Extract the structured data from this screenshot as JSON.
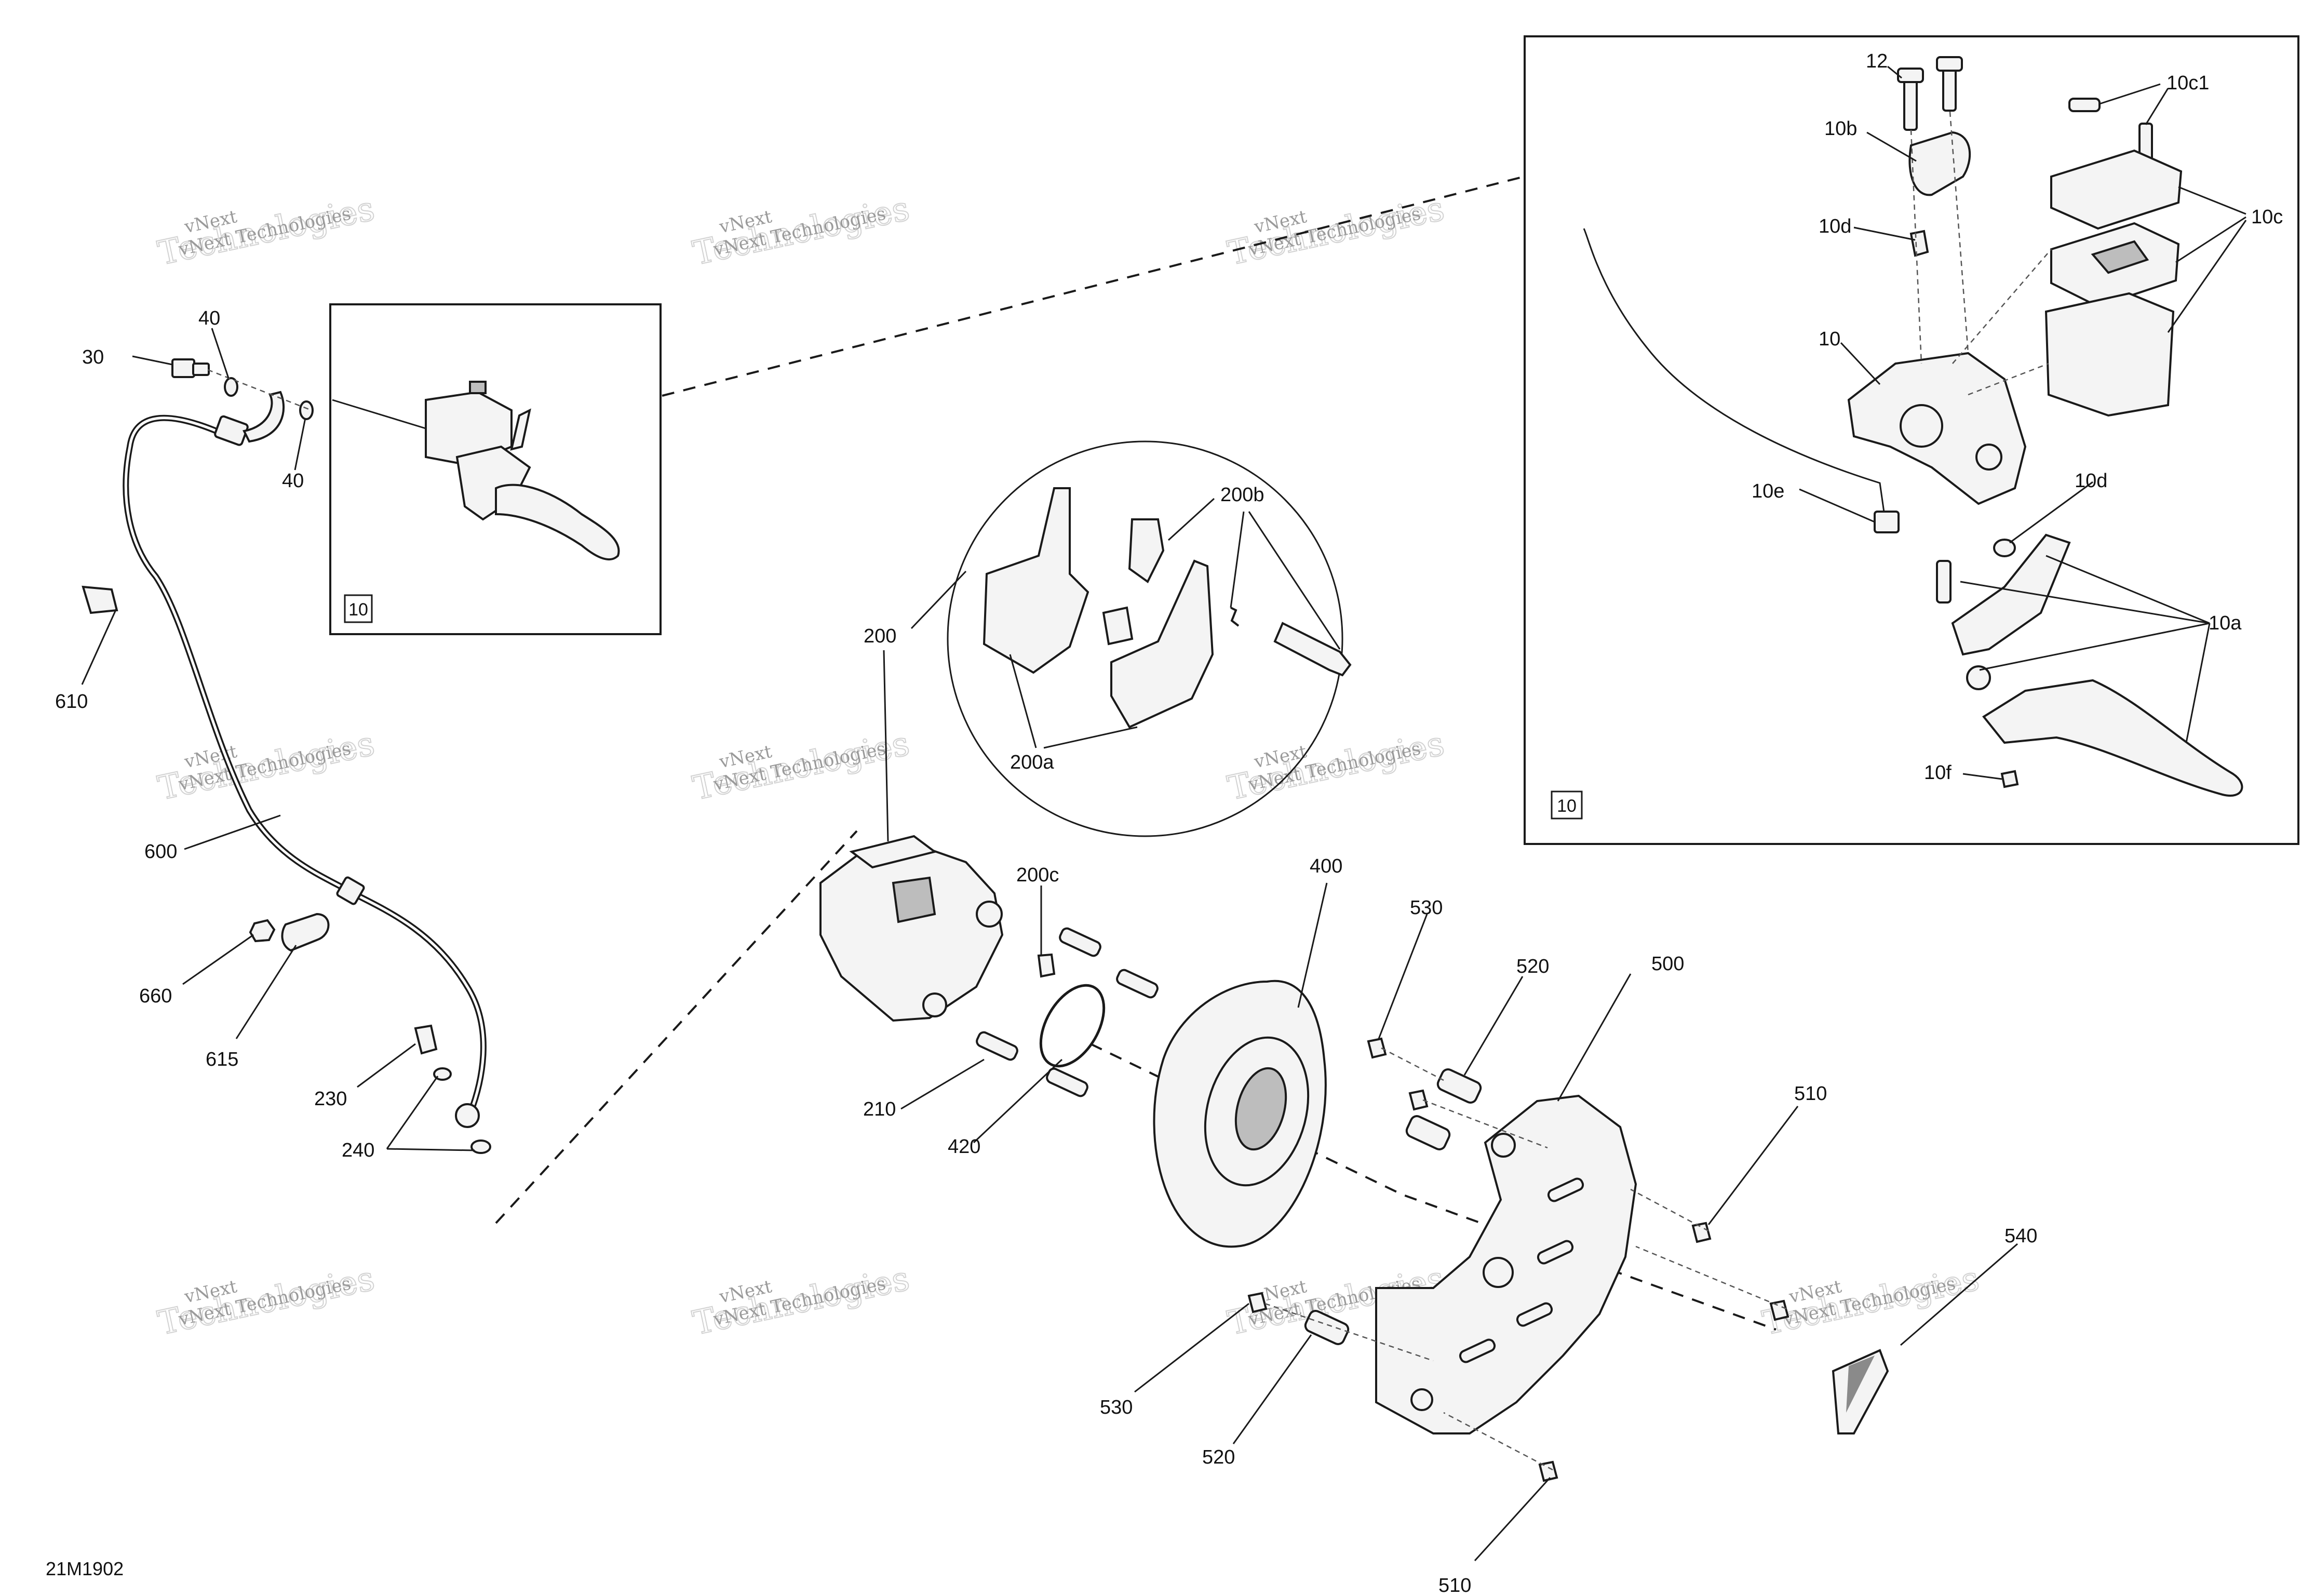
{
  "drawing_code": "21M1902",
  "watermark": {
    "line1": "vNext",
    "line2": "Technologies",
    "line3": "vNext Technologies"
  },
  "inset_small": {
    "tag": "10"
  },
  "inset_large": {
    "tag": "10"
  },
  "callouts": {
    "c30": "30",
    "c40a": "40",
    "c40b": "40",
    "c610": "610",
    "c600": "600",
    "c660": "660",
    "c615": "615",
    "c230": "230",
    "c240": "240",
    "c200": "200",
    "c200a": "200a",
    "c200b": "200b",
    "c200c": "200c",
    "c210": "210",
    "c420": "420",
    "c400": "400",
    "c530a": "530",
    "c520a": "520",
    "c500": "500",
    "c510a": "510",
    "c530b": "530",
    "c520b": "520",
    "c510b": "510",
    "c540": "540",
    "c12": "12",
    "c10b": "10b",
    "c10c1": "10c1",
    "c10c": "10c",
    "c10d_top": "10d",
    "c10": "10",
    "c10e": "10e",
    "c10d_mid": "10d",
    "c10a": "10a",
    "c10f": "10f"
  }
}
